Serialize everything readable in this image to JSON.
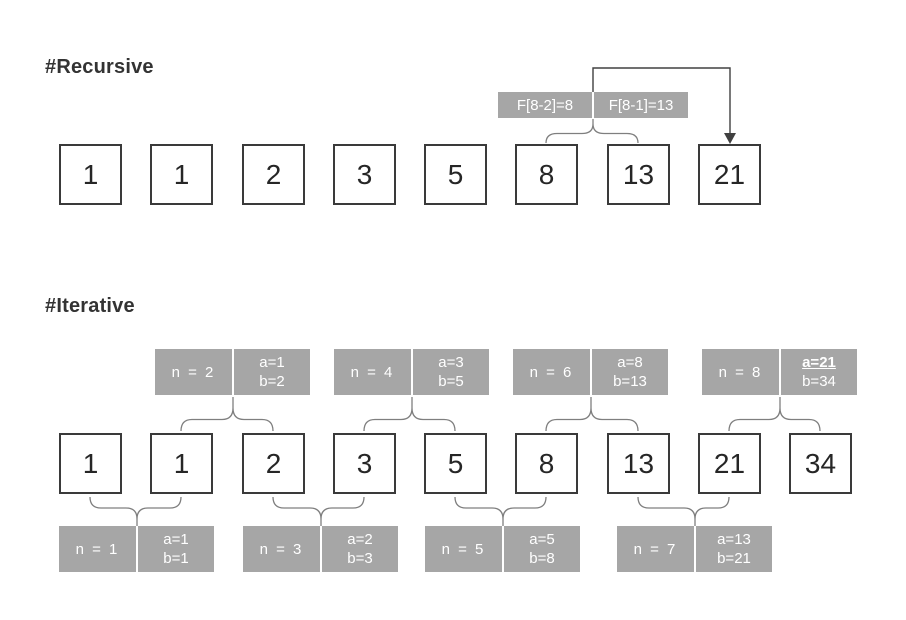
{
  "recursive": {
    "title": "#Recursive",
    "boxes": [
      "1",
      "1",
      "2",
      "3",
      "5",
      "8",
      "13",
      "21"
    ],
    "label": {
      "left": "F[8-2]=8",
      "right": "F[8-1]=13"
    }
  },
  "iterative": {
    "title": "#Iterative",
    "boxes": [
      "1",
      "1",
      "2",
      "3",
      "5",
      "8",
      "13",
      "21",
      "34"
    ],
    "top_labels": [
      {
        "n": "n = 2",
        "a": "a=1",
        "b": "b=2",
        "a_emphasis": false
      },
      {
        "n": "n = 4",
        "a": "a=3",
        "b": "b=5",
        "a_emphasis": false
      },
      {
        "n": "n = 6",
        "a": "a=8",
        "b": "b=13",
        "a_emphasis": false
      },
      {
        "n": "n = 8",
        "a": "a=21",
        "b": "b=34",
        "a_emphasis": true
      }
    ],
    "bottom_labels": [
      {
        "n": "n = 1",
        "a": "a=1",
        "b": "b=1",
        "a_emphasis": false
      },
      {
        "n": "n = 3",
        "a": "a=2",
        "b": "b=3",
        "a_emphasis": false
      },
      {
        "n": "n = 5",
        "a": "a=5",
        "b": "b=8",
        "a_emphasis": false
      },
      {
        "n": "n = 7",
        "a": "a=13",
        "b": "b=21",
        "a_emphasis": false
      }
    ]
  },
  "colors": {
    "label_background": "#a6a6a6",
    "label_text": "#ffffff",
    "box_border": "#3a3a3a",
    "box_text": "#262626",
    "brace_line": "#7f7f7f",
    "arrow_line": "#404040",
    "title_text": "#333333"
  }
}
